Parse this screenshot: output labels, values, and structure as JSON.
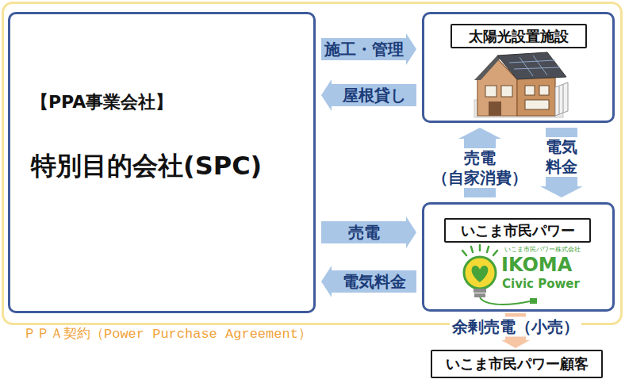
{
  "diagram": {
    "nodes": [
      {
        "text": [
          "ＰＰＡ契約（Power Purchase Agreement）"
        ]
      },
      {
        "text": [
          "【PPA事業会社】",
          "特別目的会社(SPC)"
        ],
        "in": 0
      },
      {
        "text": [],
        "in": 0
      },
      {
        "text": [
          "太陽光設置施設"
        ],
        "in": 2
      },
      {
        "text": [],
        "in": 0
      },
      {
        "text": [
          "いこま市民パワー"
        ],
        "in": 4
      },
      {
        "text": [
          "いこま市民パワー顧客"
        ]
      }
    ],
    "edges": [
      {
        "from": 1,
        "to": 2,
        "label": "施工・管理",
        "arrow": "to"
      },
      {
        "from": 2,
        "to": 1,
        "label": "屋根貸し",
        "arrow": "to"
      },
      {
        "from": 4,
        "to": 2,
        "label": "売電 （自家消費）",
        "arrow": "to"
      },
      {
        "from": 2,
        "to": 4,
        "label": "電気 料金",
        "arrow": "to"
      },
      {
        "from": 1,
        "to": 4,
        "label": "売電",
        "arrow": "to"
      },
      {
        "from": 4,
        "to": 1,
        "label": "電気料金",
        "arrow": "to"
      },
      {
        "from": 4,
        "to": 6,
        "label": "余剰売電（小売）",
        "arrow": "to"
      }
    ],
    "labels": [
      "いこま市民パワー株式会社",
      "IKOMA",
      "Civic Power"
    ]
  }
}
